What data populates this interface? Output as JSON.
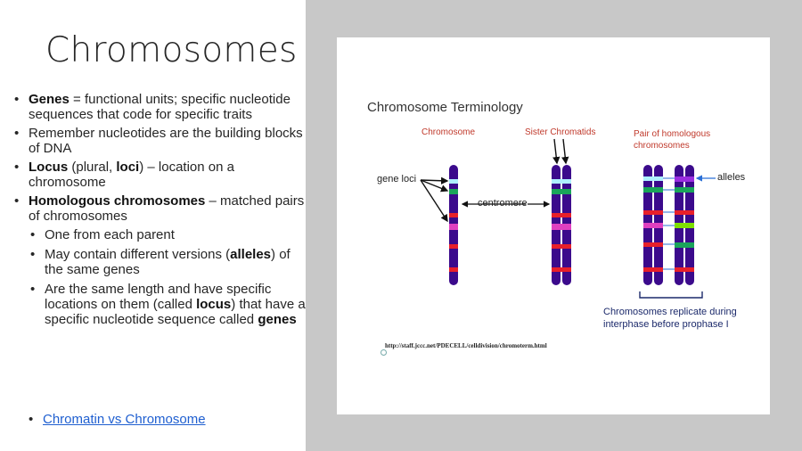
{
  "slide": {
    "title": "Chromosomes",
    "bullets": {
      "genes_term": "Genes",
      "genes_text": " = functional units; specific nucleotide sequences that code for specific traits",
      "nucleotides_text": "Remember nucleotides are the building blocks of DNA",
      "locus_term": "Locus",
      "locus_mid1": " (plural, ",
      "loci_term": "loci",
      "locus_text": ") – location on a chromosome",
      "homologous_term": "Homologous chromosomes",
      "homologous_text": " – matched pairs of chromosomes",
      "sub_parent": "One from each parent",
      "sub_versions_a": "May contain different versions (",
      "sub_alleles_term": "alleles",
      "sub_versions_b": ") of the same genes",
      "sub_length_a": "Are the same length and have specific locations on them (called ",
      "sub_locus_term": "locus",
      "sub_length_b": ") that have a specific nucleotide sequence called ",
      "sub_genes_term": "genes"
    },
    "link_text": "Chromatin vs Chromosome"
  },
  "figure": {
    "title": "Chromosome Terminology",
    "label_chromosome": "Chromosome",
    "label_sister": "Sister Chromatids",
    "label_pair_1": "Pair of homologous",
    "label_pair_2": "chromosomes",
    "label_gene_loci": "gene loci",
    "label_centromere": "centromere",
    "label_alleles": "alleles",
    "caption_1": "Chromosomes replicate during",
    "caption_2": "interphase before prophase I",
    "url": "http://staff.jccc.net/PDECELL/celldivision/chromoterm.html"
  },
  "colors": {
    "chromosome": "#3b0a8c",
    "band_cyan": "#aef0ff",
    "band_green": "#1aa55a",
    "band_red": "#e8202a",
    "band_magenta": "#e040c0",
    "band_lime": "#7ee000",
    "band_purple": "#9a2de0",
    "link": "#1f5fd0"
  }
}
